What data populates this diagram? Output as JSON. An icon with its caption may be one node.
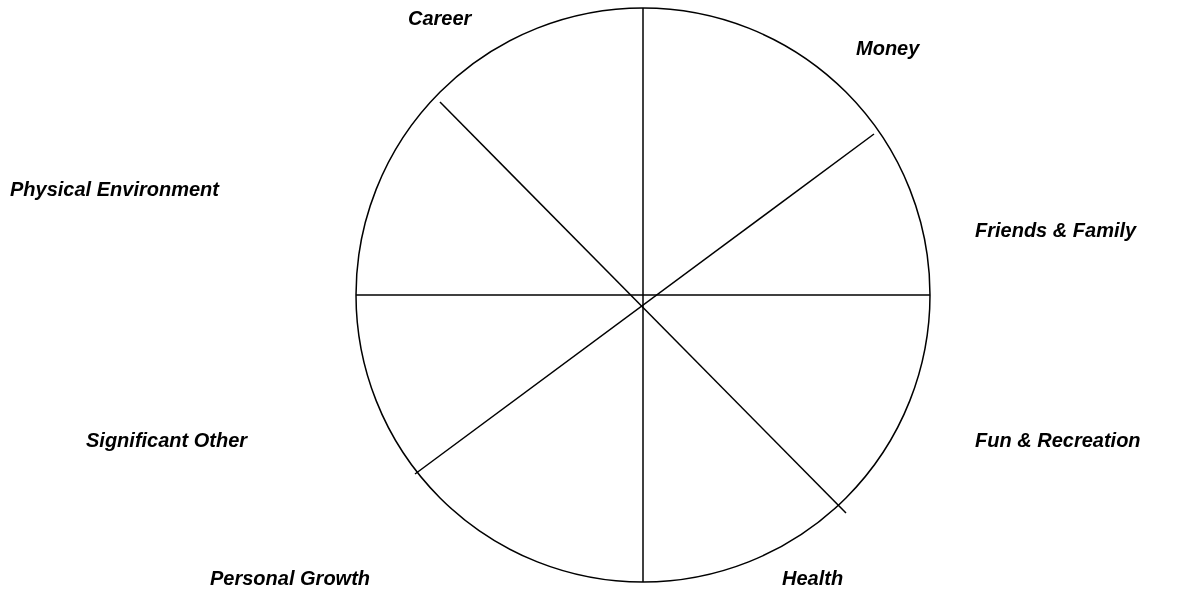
{
  "diagram": {
    "labels": [
      "Career",
      "Money",
      "Physical Environment",
      "Friends & Family",
      "Significant Other",
      "Fun & Recreation",
      "Personal Growth",
      "Health"
    ]
  }
}
